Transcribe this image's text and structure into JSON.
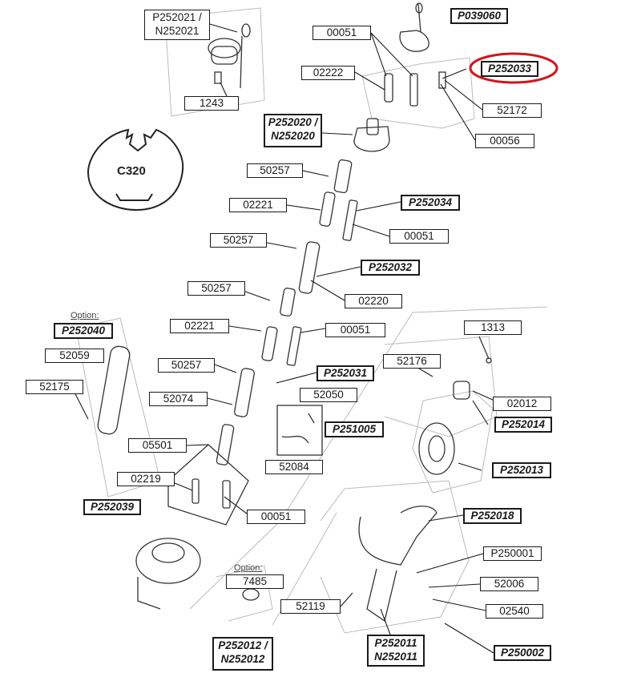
{
  "labels": {
    "p252021": "P252021 /\nN252021",
    "p1243": "1243",
    "p039060": "P039060",
    "p00051_top": "00051",
    "p02222": "02222",
    "p252033": "P252033",
    "p52172": "52172",
    "p00056": "00056",
    "p252020": "P252020 /\nN252020",
    "p50257_a": "50257",
    "p02221_a": "02221",
    "p252034": "P252034",
    "p00051_b": "00051",
    "p50257_b": "50257",
    "p252032": "P252032",
    "p50257_c": "50257",
    "p02220": "02220",
    "p02221_b": "02221",
    "p00051_c": "00051",
    "p1313": "1313",
    "p252040": "P252040",
    "p52059": "52059",
    "p52176": "52176",
    "p50257_d": "50257",
    "p252031": "P252031",
    "p52175": "52175",
    "p52074": "52074",
    "p52050": "52050",
    "p02012": "02012",
    "p251005": "P251005",
    "p252014": "P252014",
    "p05501": "05501",
    "p52084": "52084",
    "p252013": "P252013",
    "p02219": "02219",
    "p252039": "P252039",
    "p00051_d": "00051",
    "p252018": "P252018",
    "p250001": "P250001",
    "p7485": "7485",
    "p52006": "52006",
    "p52119": "52119",
    "p02540": "02540",
    "p252012": "P252012 /\nN252012",
    "p252011": "P252011\nN252011",
    "p250002": "P250002"
  },
  "option_text": "Option:",
  "option_text_2": "Option:",
  "c320_label": "C320",
  "highlight_color": "#d0161e",
  "line_color": "#1a1a1a"
}
